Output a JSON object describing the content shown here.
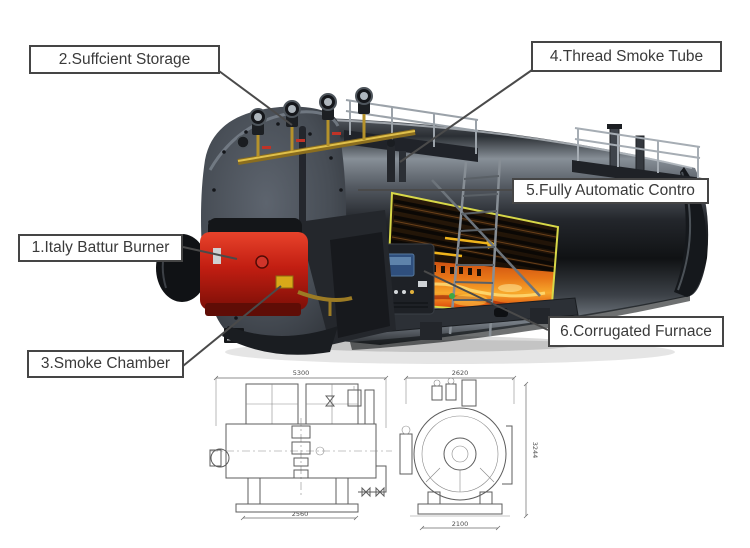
{
  "figure": {
    "type": "annotated-product-diagram",
    "subject": "oil/gas fired fire-tube industrial steam boiler with feature callouts and dimensioned engineering drawings"
  },
  "callouts": [
    {
      "num": "1",
      "label": "1.Italy Battur Burner"
    },
    {
      "num": "2",
      "label": "2.Suffcient Storage"
    },
    {
      "num": "3",
      "label": "3.Smoke Chamber"
    },
    {
      "num": "4",
      "label": "4.Thread Smoke Tube"
    },
    {
      "num": "5",
      "label": "5.Fully Automatic Contro"
    },
    {
      "num": "6",
      "label": "6.Corrugated Furnace"
    }
  ],
  "technical_drawings": {
    "side_view": {
      "overall_length": "5300",
      "base_length": "2560"
    },
    "front_view": {
      "overall_width": "2620",
      "base_width": "2100",
      "overall_height": "3244"
    }
  },
  "colors": {
    "callout_border": "#454545",
    "callout_text": "#3a3a3a",
    "burner_red": "#c1251c",
    "flame_orange": "#e87617",
    "flame_yellow": "#ffd34d",
    "cutaway_outline_yellow": "#d8d848",
    "boiler_steel_dark": "#23262b",
    "boiler_steel_light": "#878f97",
    "brass_pipe": "#b5922b",
    "drawing_line": "#5d5d5d",
    "background": "#ffffff"
  }
}
